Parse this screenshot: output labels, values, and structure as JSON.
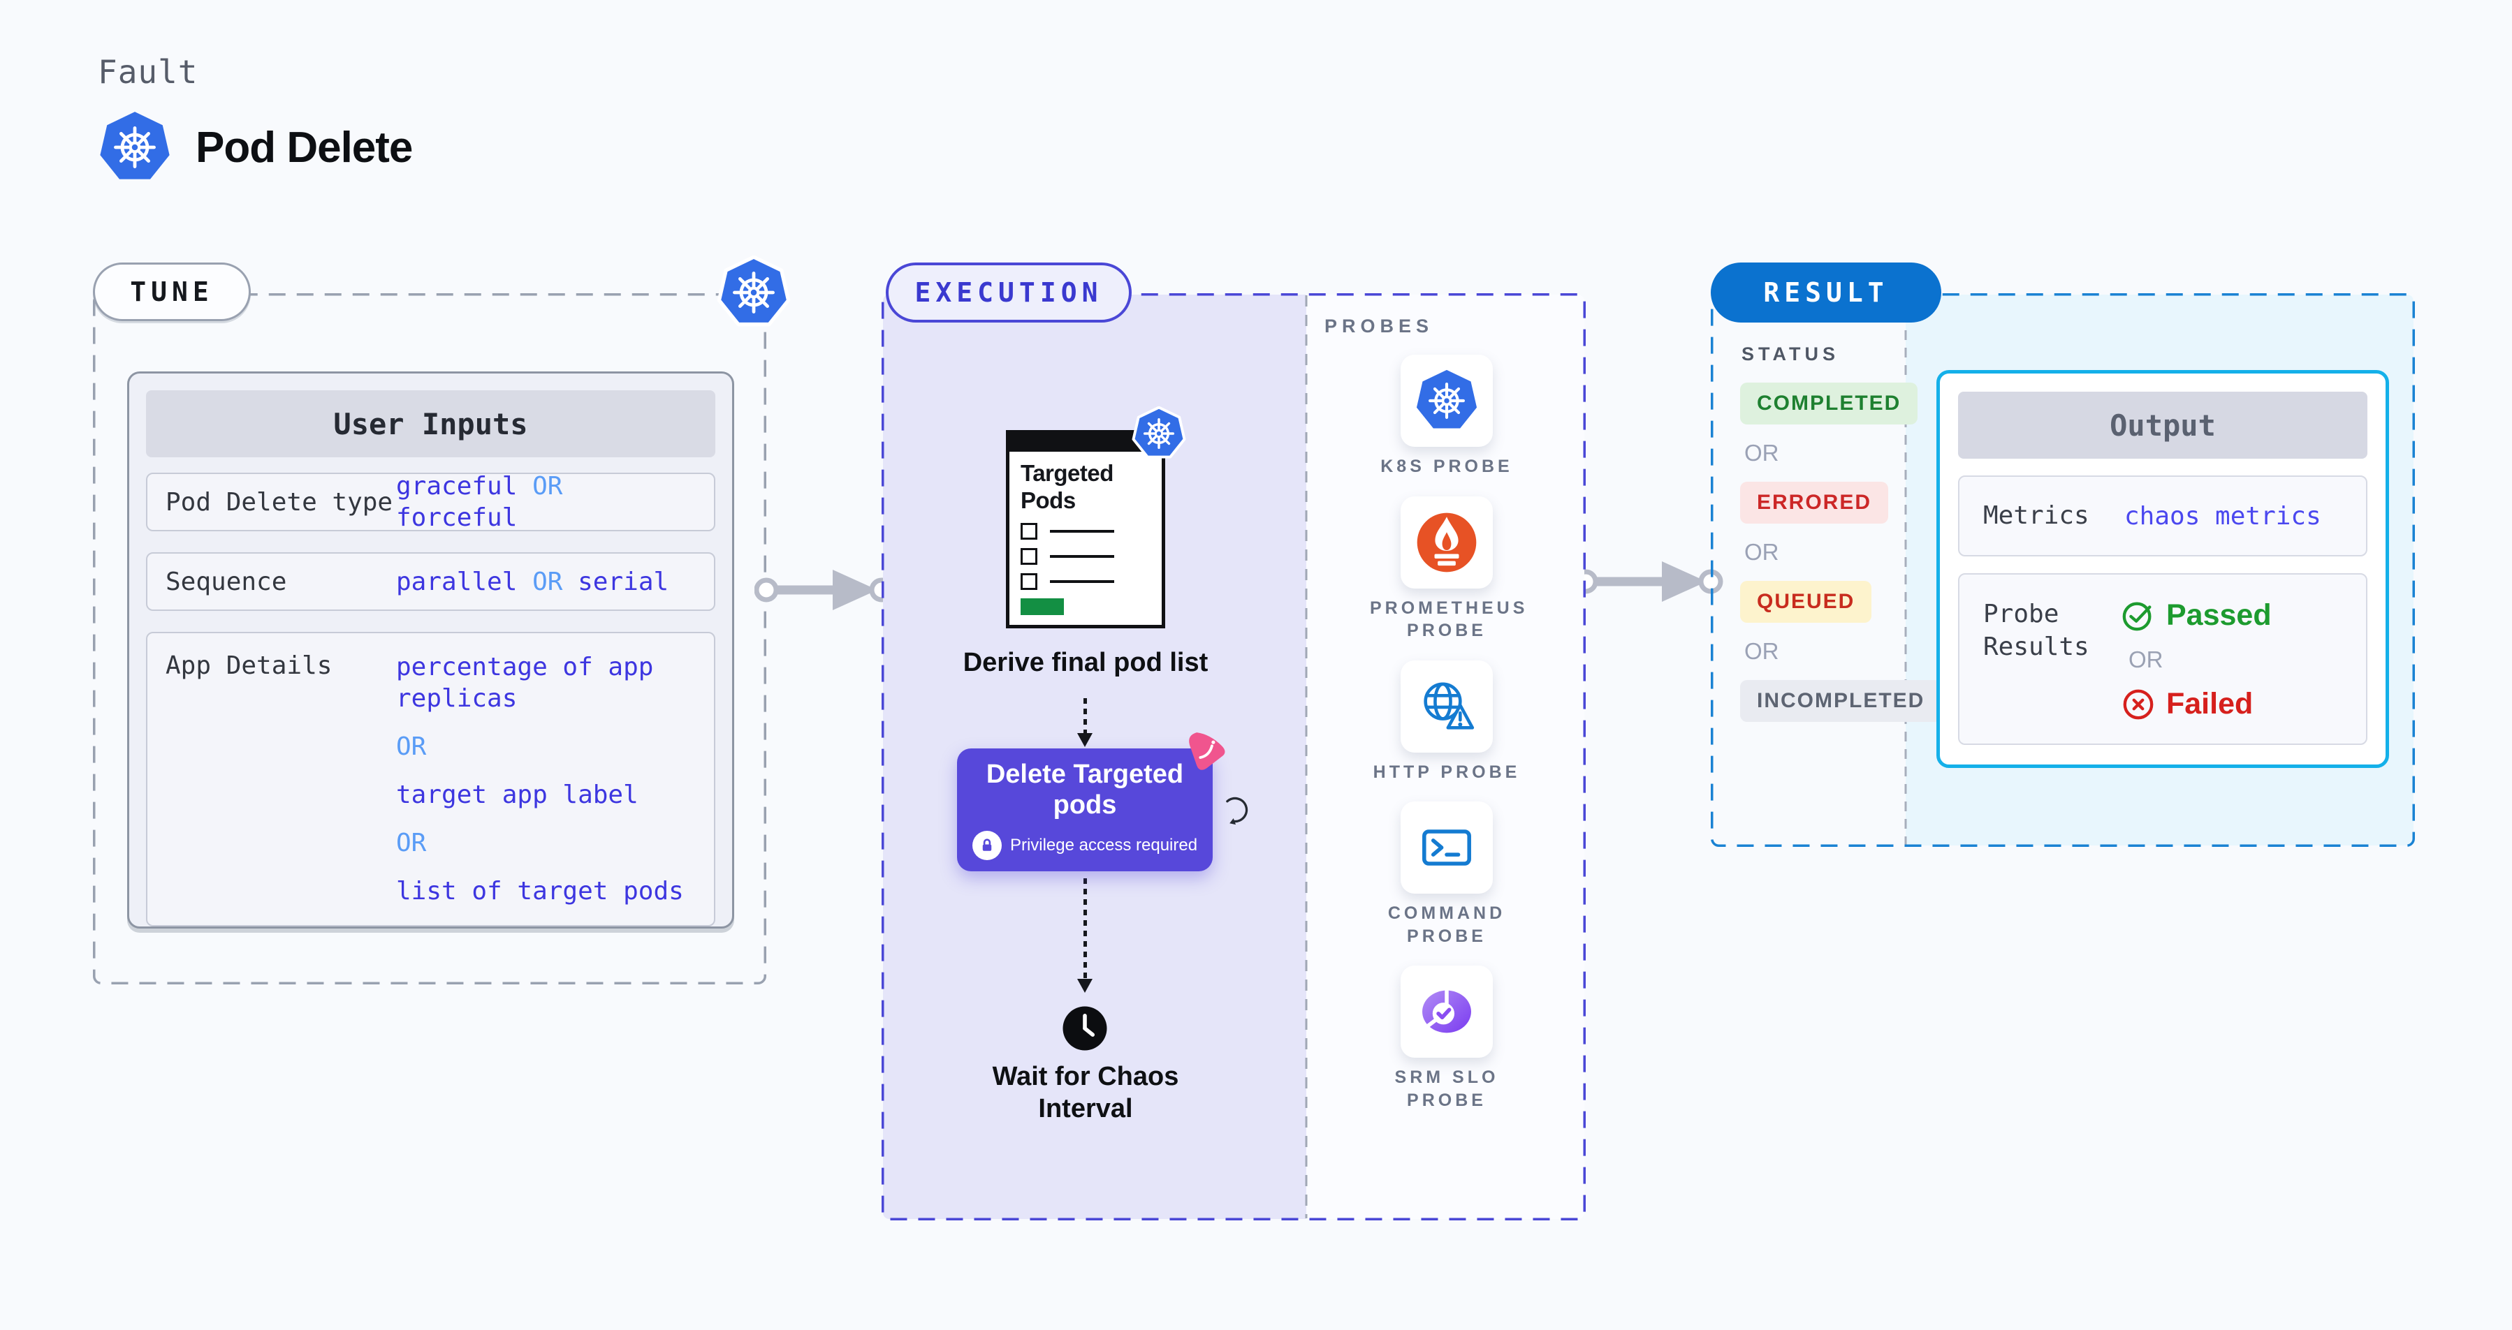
{
  "page": {
    "title_eyebrow": "Fault",
    "title": "Pod Delete"
  },
  "tune": {
    "badge": "TUNE",
    "panel_title": "User Inputs",
    "rows": [
      {
        "label": "Pod Delete type",
        "parts": [
          "graceful",
          "OR",
          "forceful"
        ]
      },
      {
        "label": "Sequence",
        "parts": [
          "parallel",
          "OR",
          "serial"
        ]
      },
      {
        "label": "App Details",
        "parts": [
          "percentage of app replicas",
          "OR",
          "target app label",
          "OR",
          "list of target pods"
        ]
      }
    ]
  },
  "execution": {
    "badge": "EXECUTION",
    "pods_card": {
      "title": "Targeted Pods"
    },
    "derive_step": "Derive final pod list",
    "delete_step": {
      "title": "Delete Targeted pods",
      "note": "Privilege access required"
    },
    "wait_step": "Wait for Chaos Interval",
    "probes": {
      "title": "PROBES",
      "items": [
        "K8S PROBE",
        "PROMETHEUS PROBE",
        "HTTP PROBE",
        "COMMAND PROBE",
        "SRM SLO PROBE"
      ]
    }
  },
  "result": {
    "badge": "RESULT",
    "status": {
      "title": "STATUS",
      "separator": "OR",
      "options": [
        "COMPLETED",
        "ERRORED",
        "QUEUED",
        "INCOMPLETED"
      ]
    },
    "output": {
      "title": "Output",
      "metrics_label": "Metrics",
      "metrics_value": "chaos metrics",
      "probe_label": "Probe Results",
      "passed": "Passed",
      "separator": "OR",
      "failed": "Failed"
    }
  },
  "icons": {
    "title_logo": "kubernetes-icon",
    "tune_corner": "kubernetes-icon",
    "pods_badge": "kubernetes-icon",
    "probe_icons": [
      "kubernetes-icon",
      "prometheus-icon",
      "globe-warning-icon",
      "terminal-icon",
      "slo-pie-check-icon"
    ],
    "delete_badge": "litmus-chaos-icon",
    "retry": "retry-loop-icon",
    "wait": "clock-icon",
    "privilege": "lock-icon",
    "passed": "check-circle-icon",
    "failed": "x-circle-icon"
  },
  "colors": {
    "page_background": "#f8fafd",
    "kubernetes_blue": "#326de6",
    "execution_indigo": "#4a47d6",
    "execution_panel_lavender": "#e5e5f9",
    "result_blue": "#0b72cf",
    "result_panel_cyan": "#e8f6fd",
    "output_border_cyan": "#14b0e9",
    "delete_button_purple": "#5748da",
    "value_indigo": "#3d36e0",
    "or_blue": "#5a9cf6",
    "passed_green": "#1d9b2f",
    "failed_red": "#d6201d",
    "queued_amber_bg": "#fdf3cd",
    "completed_green_bg": "#def1de",
    "errored_red_bg": "#fbe5e5",
    "prometheus_orange": "#e75225",
    "litmus_pink": "#f0558e",
    "progress_green": "#138f43"
  }
}
